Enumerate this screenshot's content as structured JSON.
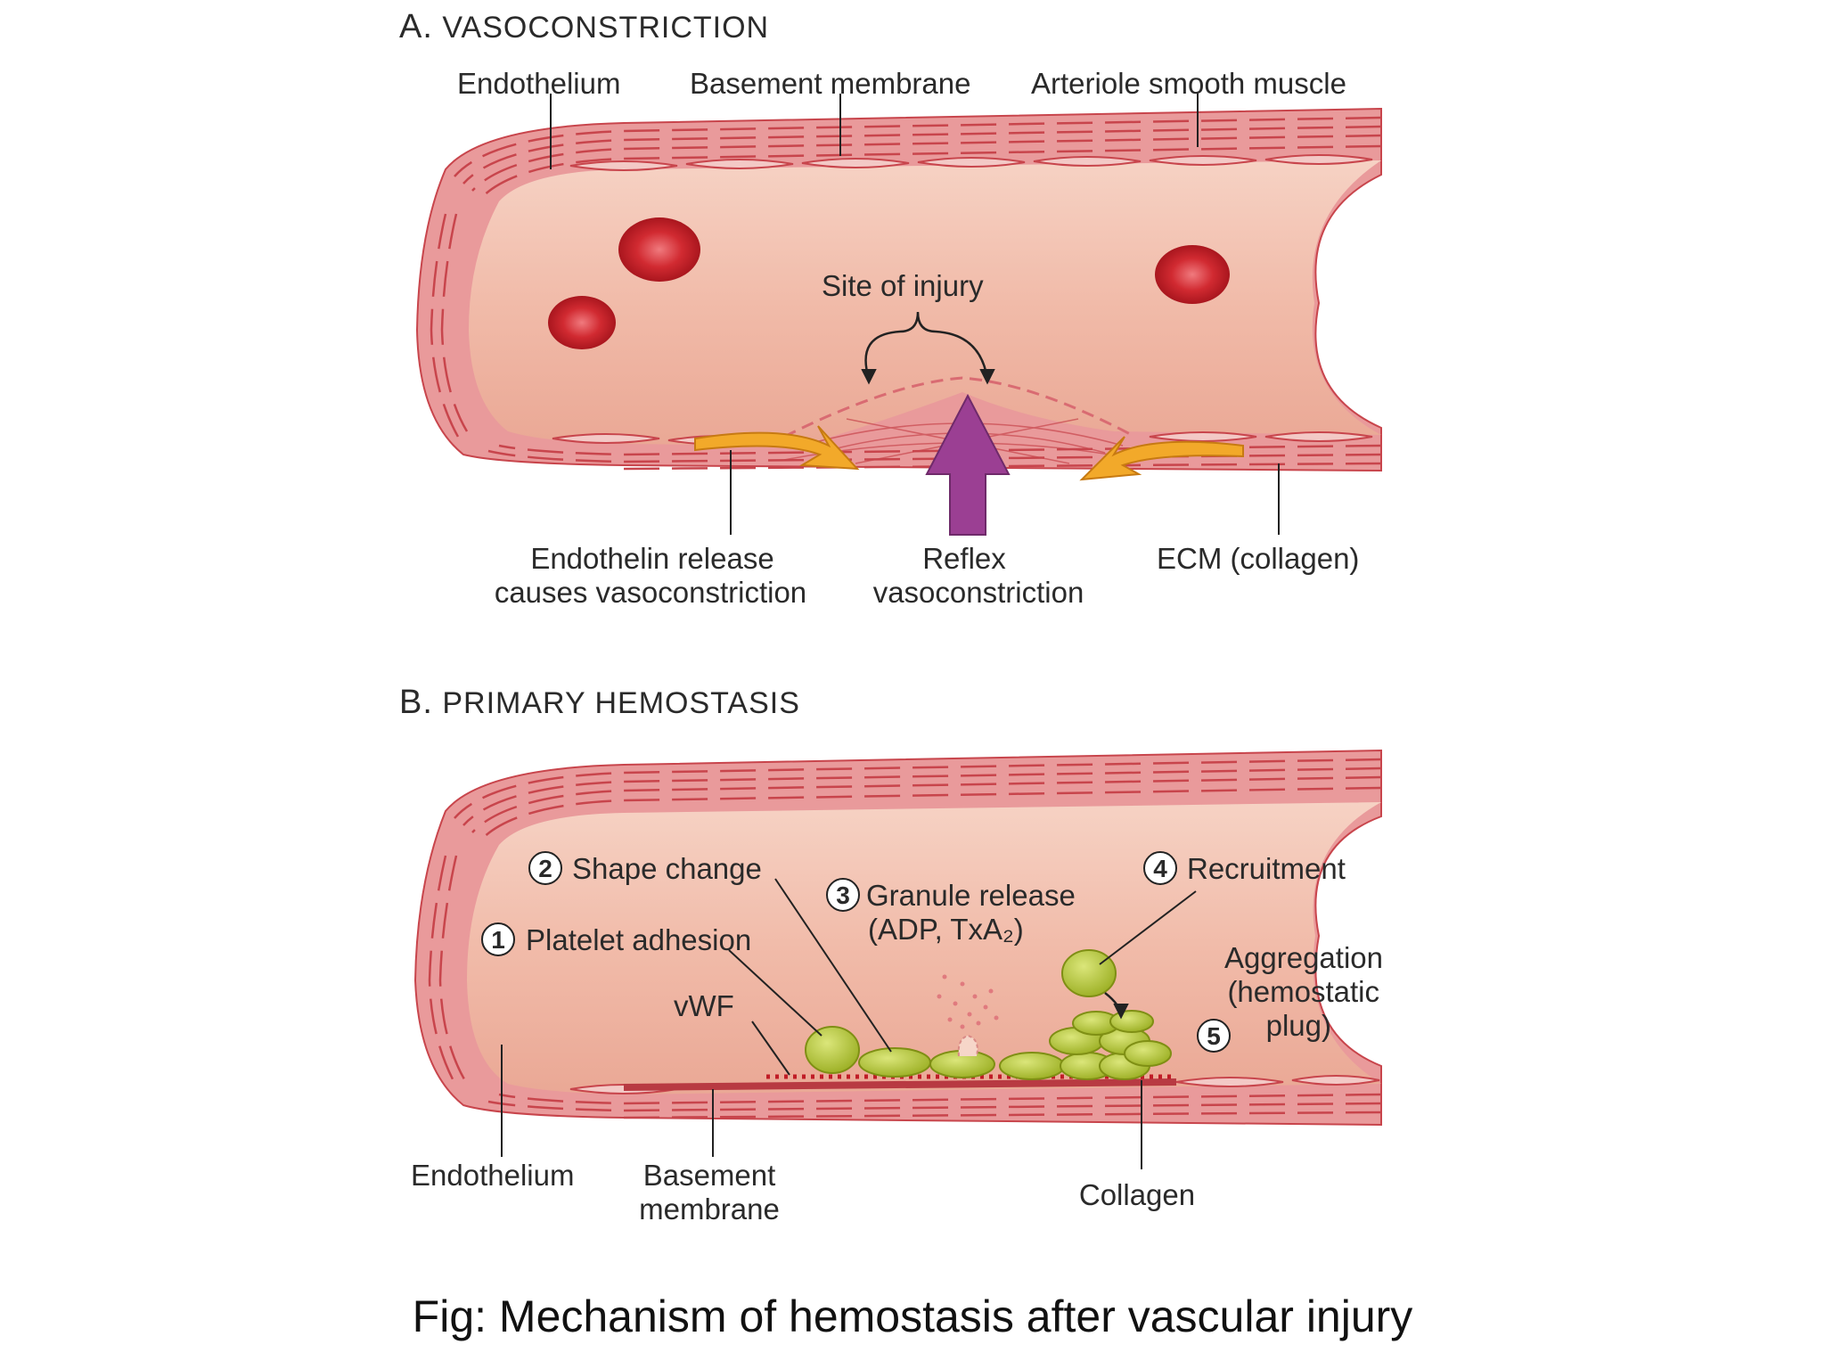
{
  "panel_a": {
    "letter": "A.",
    "title": "VASOCONSTRICTION",
    "labels": {
      "endothelium": "Endothelium",
      "basement_membrane": "Basement membrane",
      "smooth_muscle": "Arteriole smooth muscle",
      "site_of_injury": "Site of injury",
      "endothelin_line1": "Endothelin release",
      "endothelin_line2": "causes vasoconstriction",
      "reflex_line1": "Reflex",
      "reflex_line2": "vasoconstriction",
      "ecm": "ECM (collagen)"
    }
  },
  "panel_b": {
    "letter": "B.",
    "title": "PRIMARY HEMOSTASIS",
    "steps": [
      {
        "num": "1",
        "label": "Platelet adhesion"
      },
      {
        "num": "2",
        "label": "Shape change"
      },
      {
        "num": "3",
        "label": "Granule release",
        "sub": "(ADP, TxA₂)"
      },
      {
        "num": "4",
        "label": "Recruitment"
      },
      {
        "num": "5",
        "label_line1": "Aggregation",
        "label_line2": "(hemostatic",
        "label_line3": "plug)"
      }
    ],
    "labels": {
      "vwf": "vWF",
      "endothelium": "Endothelium",
      "basement_line1": "Basement",
      "basement_line2": "membrane",
      "collagen": "Collagen"
    }
  },
  "caption": "Fig: Mechanism of hemostasis after vascular injury",
  "colors": {
    "wall": "#e48a8e",
    "wall_line": "#c8454c",
    "lumen": "#f4c7b8",
    "rbc": "#d92b33",
    "platelet": "#b6c83a",
    "arrow_orange": "#f2a92a",
    "arrow_purple": "#9b3f93"
  }
}
